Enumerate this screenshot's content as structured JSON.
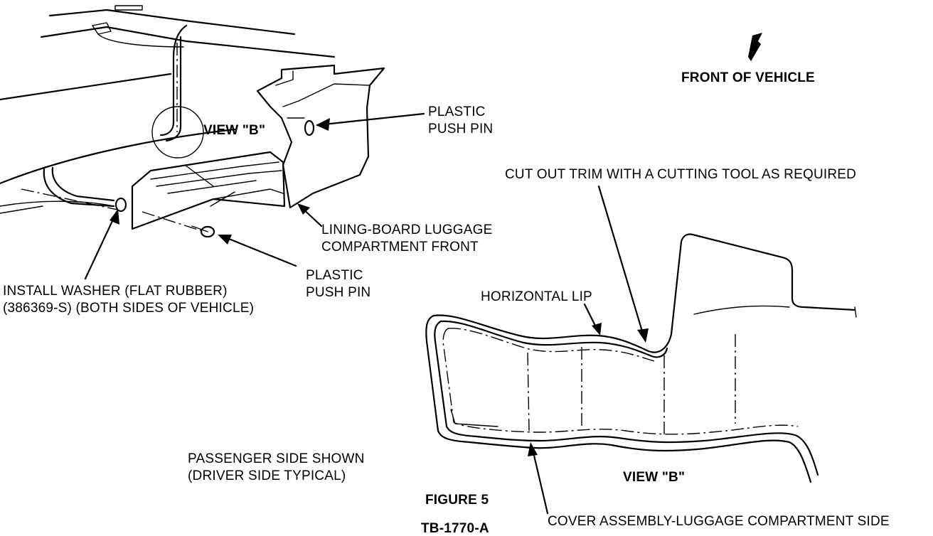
{
  "labels": {
    "front_of_vehicle": "FRONT OF VEHICLE",
    "view_b_callout": "VIEW \"B\"",
    "plastic_push_pin_top": [
      "PLASTIC",
      "PUSH PIN"
    ],
    "cut_out_trim": "CUT OUT TRIM WITH A CUTTING TOOL AS REQUIRED",
    "lining_board": [
      "LINING-BOARD LUGGAGE",
      "COMPARTMENT FRONT"
    ],
    "plastic_push_pin_bottom": [
      "PLASTIC",
      "PUSH PIN"
    ],
    "install_washer": [
      "INSTALL WASHER (FLAT RUBBER)",
      "(386369-S) (BOTH SIDES OF VEHICLE)"
    ],
    "horizontal_lip": "HORIZONTAL LIP",
    "passenger_side": [
      "PASSENGER SIDE SHOWN",
      "(DRIVER SIDE TYPICAL)"
    ],
    "view_b_title": "VIEW \"B\"",
    "figure": "FIGURE 5",
    "cover_assembly": "COVER ASSEMBLY-LUGGAGE COMPARTMENT SIDE",
    "tb_number": "TB-1770-A"
  }
}
